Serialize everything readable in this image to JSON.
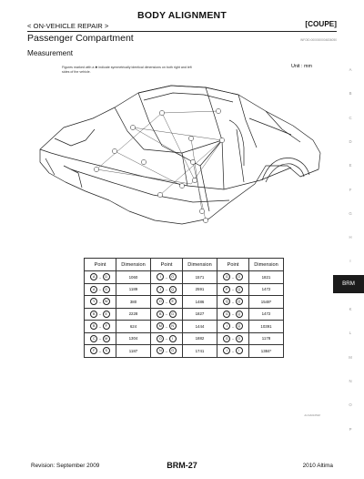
{
  "header": {
    "title": "BODY ALIGNMENT",
    "breadcrumb": "< ON-VEHICLE REPAIR >",
    "variant": "[COUPE]"
  },
  "section": {
    "title": "Passenger  Compartment",
    "code": "INFOID:0000000004836050",
    "subtitle": "Measurement"
  },
  "figure": {
    "unit": "Unit : mm",
    "note": "Figures marked with a ✱ indicate symmetrically identical dimensions on both right and left sides of the vehicle.",
    "code": "ALKIA0165ZZ"
  },
  "table": {
    "headers": [
      "Point",
      "Dimension",
      "Point",
      "Dimension",
      "Point",
      "Dimension"
    ],
    "rows": [
      [
        [
          "A",
          "D"
        ],
        "1060",
        [
          "I",
          "O"
        ],
        "1571",
        [
          "G",
          "O"
        ],
        "1821"
      ],
      [
        [
          "A",
          "G"
        ],
        "1189",
        [
          "J",
          "Q"
        ],
        "2591",
        [
          "P",
          "Q"
        ],
        "1472"
      ],
      [
        [
          "Y",
          "W"
        ],
        "380",
        [
          "O",
          "E"
        ],
        "1486",
        [
          "Q",
          "Q"
        ],
        "1548*"
      ],
      [
        [
          "B",
          "E"
        ],
        "2228",
        [
          "B",
          "G"
        ],
        "1827",
        [
          "G",
          "Q"
        ],
        "1472"
      ],
      [
        [
          "B",
          "F"
        ],
        "624",
        [
          "M",
          "N"
        ],
        "1444",
        [
          "I",
          "Q"
        ],
        "10391"
      ],
      [
        [
          "C",
          "M"
        ],
        "1304",
        [
          "O",
          "I"
        ],
        "1882",
        [
          "G",
          "O"
        ],
        "1178"
      ],
      [
        [
          "F",
          "S"
        ],
        "1187",
        [
          "N",
          "G"
        ],
        "1741",
        [
          "I",
          "I"
        ],
        "1384*"
      ]
    ]
  },
  "sidebar": {
    "letters": [
      "A",
      "B",
      "C",
      "D",
      "E",
      "F",
      "G",
      "H",
      "I",
      "J",
      "K",
      "L",
      "M",
      "N",
      "O",
      "P"
    ],
    "tab": "BRM"
  },
  "footer": {
    "revision": "Revision: September 2009",
    "page": "BRM-27",
    "model": "2010 Altima"
  },
  "colors": {
    "tab_bg": "#1b1b1b",
    "text": "#111111"
  }
}
